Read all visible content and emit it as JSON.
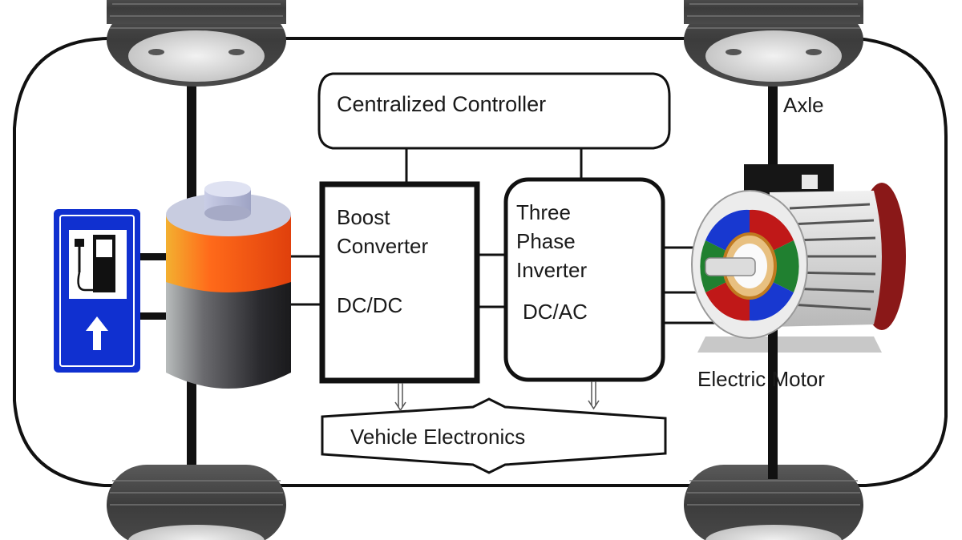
{
  "diagram": {
    "title": "Electric Vehicle Powertrain",
    "labels": {
      "controller": "Centralized Controller",
      "boost_line1": "Boost",
      "boost_line2": "Converter",
      "boost_type": "DC/DC",
      "inverter_line1": "Three",
      "inverter_line2": "Phase",
      "inverter_line3": "Inverter",
      "inverter_type": "DC/AC",
      "electronics": "Vehicle Electronics",
      "axle": "Axle",
      "motor": "Electric Motor"
    },
    "components": [
      {
        "id": "charging-station",
        "kind": "icon",
        "color": "#1030d0"
      },
      {
        "id": "battery",
        "kind": "icon",
        "colors": [
          "#ff5010",
          "#f0a020",
          "#3a3a3a"
        ]
      },
      {
        "id": "boost-converter",
        "kind": "block"
      },
      {
        "id": "three-phase-inverter",
        "kind": "block"
      },
      {
        "id": "centralized-controller",
        "kind": "block"
      },
      {
        "id": "vehicle-electronics",
        "kind": "block"
      },
      {
        "id": "electric-motor",
        "kind": "icon",
        "colors": [
          "#c01818",
          "#1838d0",
          "#208030",
          "#8a1818"
        ]
      },
      {
        "id": "wheel-front-left",
        "kind": "icon"
      },
      {
        "id": "wheel-front-right",
        "kind": "icon"
      },
      {
        "id": "wheel-rear-left",
        "kind": "icon"
      },
      {
        "id": "wheel-rear-right",
        "kind": "icon"
      }
    ],
    "connections": [
      {
        "from": "charging-station",
        "to": "battery"
      },
      {
        "from": "battery",
        "to": "boost-converter"
      },
      {
        "from": "boost-converter",
        "to": "three-phase-inverter"
      },
      {
        "from": "three-phase-inverter",
        "to": "electric-motor"
      },
      {
        "from": "centralized-controller",
        "to": "boost-converter"
      },
      {
        "from": "centralized-controller",
        "to": "three-phase-inverter"
      },
      {
        "from": "boost-converter",
        "to": "vehicle-electronics"
      },
      {
        "from": "three-phase-inverter",
        "to": "vehicle-electronics"
      },
      {
        "from": "wheel-front-left",
        "to": "wheel-rear-left",
        "via": "axle"
      },
      {
        "from": "wheel-front-right",
        "to": "wheel-rear-right",
        "via": "axle"
      }
    ]
  }
}
